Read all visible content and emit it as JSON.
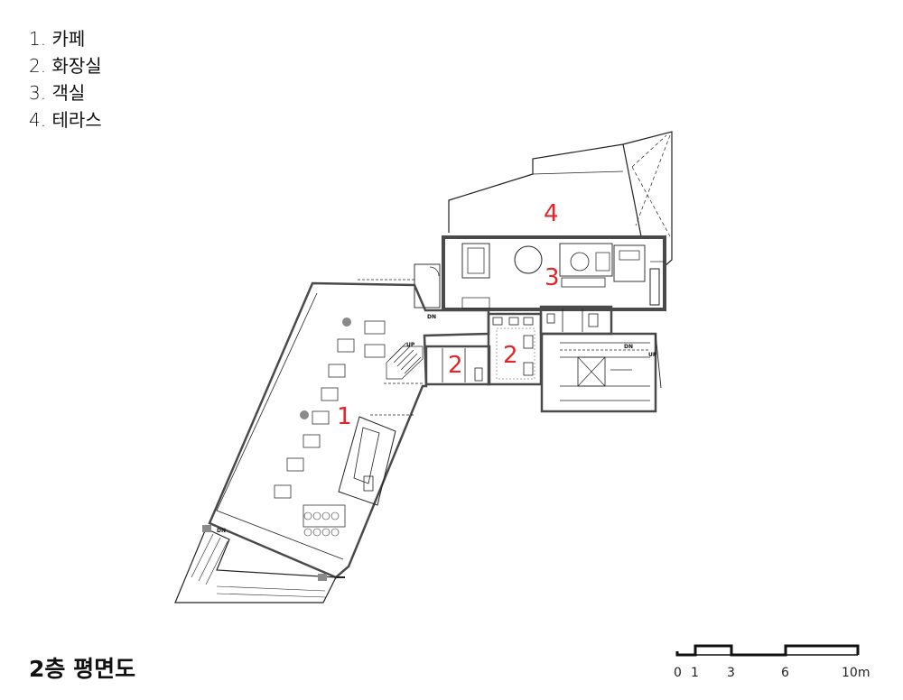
{
  "legend": [
    {
      "label": "1. 카페"
    },
    {
      "label": "2. 화장실"
    },
    {
      "label": "3. 객실"
    },
    {
      "label": "4. 테라스"
    }
  ],
  "rooms": {
    "cafe": "1",
    "restroom_a": "2",
    "restroom_b": "2",
    "guest_room": "3",
    "terrace": "4"
  },
  "stair_marks": {
    "cafe_up": "UP",
    "upper_dn": "DN",
    "side_dn": "DN",
    "side_up": "UP",
    "bottom_dn": "DN"
  },
  "title": "2층 평면도",
  "scale_bar": {
    "ticks": [
      "0",
      "1",
      "3",
      "6",
      "10m"
    ]
  },
  "colors": {
    "room_number": "#e0262b",
    "wall": "#4a4a4a",
    "line": "#222222"
  }
}
